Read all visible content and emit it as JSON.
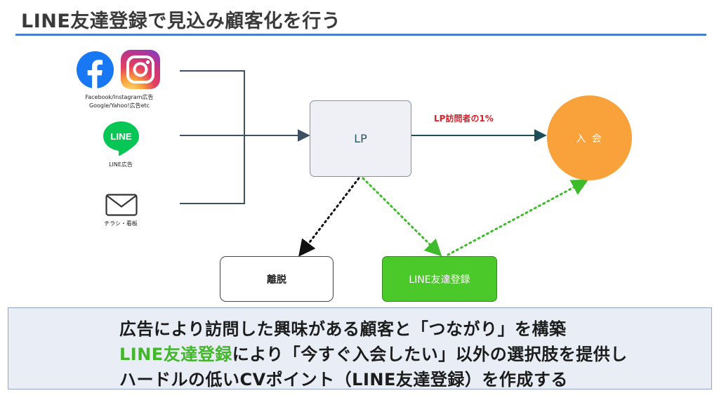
{
  "title": "LINE友達登録で見込み顧客化を行う",
  "sources": {
    "social_caption_line1": "Facebook/Instagram広告",
    "social_caption_line2": "Google/Yahoo!広告etc",
    "line_caption": "LINE広告",
    "line_logo_text": "LINE",
    "flyer_caption": "チラシ・看板"
  },
  "nodes": {
    "lp": "LP",
    "join": "入 会",
    "leave": "離脱",
    "friend": "LINE友達登録"
  },
  "edges": {
    "lp_to_join_label": "LP訪問者の1%"
  },
  "summary": {
    "line1": "広告により訪問した興味がある顧客と「つながり」を構築",
    "line2_highlight": "LINE友達登録",
    "line2_rest": "により「今すぐ入会したい」以外の選択肢を提供し",
    "line3": "ハードルの低いCVポイント（LINE友達登録）を作成する"
  },
  "colors": {
    "title_rule": "#4a7fcf",
    "facebook": "#1877f2",
    "line_green": "#06c755",
    "friend_box": "#4cc92a",
    "join_circle": "#f9a13a",
    "rate_label": "#d6222a",
    "summary_bg": "#e8edf6",
    "arrow_main": "#3e5163",
    "arrow_to_join": "#1d4e57",
    "dotted_green": "#3dbb2a",
    "dotted_black": "#111111"
  }
}
